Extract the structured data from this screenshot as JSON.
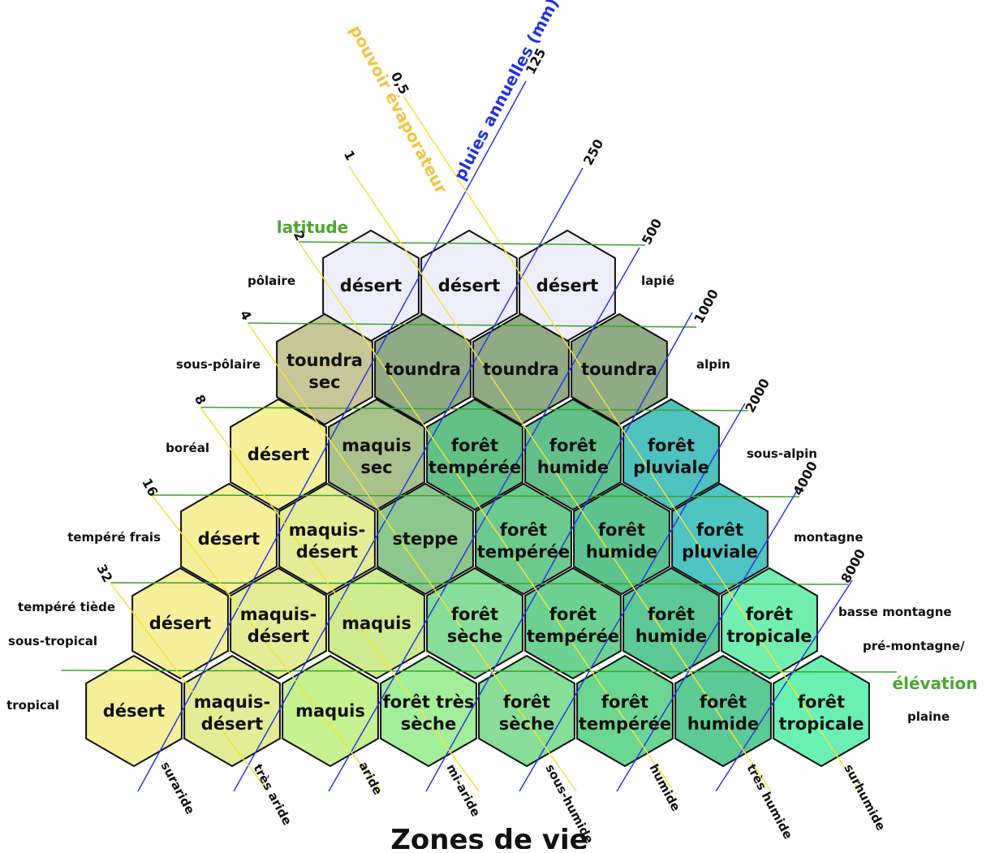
{
  "title": "Zones de vie",
  "axes": {
    "latitude": "latitude",
    "elevation": "élévation",
    "rainfall": "pluies annuelles (mm)",
    "evaporation": "pouvoir évaporateur"
  },
  "colors": {
    "latitude_line": "#3aa32a",
    "rain_line": "#2a3ae0",
    "evap_line": "#f2e43a",
    "latitude_text": "#4aa832",
    "rain_text": "#2233dd",
    "evap_text": "#f5c242"
  },
  "latitude_labels": [
    "pôlaire",
    "sous-pôlaire",
    "boréal",
    "tempéré  frais",
    "tempéré  tiède",
    "sous-tropical",
    "tropical"
  ],
  "elevation_labels": [
    "lapié",
    "alpin",
    "sous-alpin",
    "montagne",
    "basse  montagne",
    "pré-montagne/",
    "plaine"
  ],
  "rain_ticks": [
    "125",
    "250",
    "500",
    "1000",
    "2000",
    "4000",
    "8000"
  ],
  "evap_ticks": [
    "0,5",
    "1",
    "2",
    "4",
    "8",
    "16",
    "32"
  ],
  "humidity_labels": [
    "suraride",
    "très aride",
    "aride",
    "mi-aride",
    "sous-humide",
    "humide",
    "très humide",
    "surhumide"
  ],
  "rows": [
    [
      {
        "line1": "désert",
        "line2": "",
        "color": "#eeeefa"
      },
      {
        "line1": "désert",
        "line2": "",
        "color": "#eeeefa"
      },
      {
        "line1": "désert",
        "line2": "",
        "color": "#eeeefa"
      }
    ],
    [
      {
        "line1": "toundra",
        "line2": "sec",
        "color": "#c8c597"
      },
      {
        "line1": "toundra",
        "line2": "",
        "color": "#8faa85"
      },
      {
        "line1": "toundra",
        "line2": "",
        "color": "#8faa85"
      },
      {
        "line1": "toundra",
        "line2": "",
        "color": "#8faa85"
      }
    ],
    [
      {
        "line1": "désert",
        "line2": "",
        "color": "#f6f09b"
      },
      {
        "line1": "maquis",
        "line2": "sec",
        "color": "#a9c18c"
      },
      {
        "line1": "forêt",
        "line2": "tempérée",
        "color": "#62c087"
      },
      {
        "line1": "forêt",
        "line2": "humide",
        "color": "#62c08c"
      },
      {
        "line1": "forêt",
        "line2": "pluviale",
        "color": "#4ec2bf"
      }
    ],
    [
      {
        "line1": "désert",
        "line2": "",
        "color": "#f6f09b"
      },
      {
        "line1": "maquis-",
        "line2": "désert",
        "color": "#e4ec96"
      },
      {
        "line1": "steppe",
        "line2": "",
        "color": "#8cc88d"
      },
      {
        "line1": "forêt",
        "line2": "tempérée",
        "color": "#6cca8e"
      },
      {
        "line1": "forêt",
        "line2": "humide",
        "color": "#5cc38f"
      },
      {
        "line1": "forêt",
        "line2": "pluviale",
        "color": "#4ec4c3"
      }
    ],
    [
      {
        "line1": "désert",
        "line2": "",
        "color": "#f6f09b"
      },
      {
        "line1": "maquis-",
        "line2": "désert",
        "color": "#e4ec96"
      },
      {
        "line1": "maquis",
        "line2": "",
        "color": "#cdec90"
      },
      {
        "line1": "forêt",
        "line2": "sèche",
        "color": "#86de9a"
      },
      {
        "line1": "forêt",
        "line2": "tempérée",
        "color": "#6cd192"
      },
      {
        "line1": "forêt",
        "line2": "humide",
        "color": "#5cc896"
      },
      {
        "line1": "forêt",
        "line2": "tropicale",
        "color": "#72eeb0"
      }
    ],
    [
      {
        "line1": "désert",
        "line2": "",
        "color": "#f6f09b"
      },
      {
        "line1": "maquis-",
        "line2": "désert",
        "color": "#e4ec96"
      },
      {
        "line1": "maquis",
        "line2": "",
        "color": "#c8f28f"
      },
      {
        "line1": "forêt très",
        "line2": "sèche",
        "color": "#a3ee9a"
      },
      {
        "line1": "forêt",
        "line2": "sèche",
        "color": "#86de98"
      },
      {
        "line1": "forêt",
        "line2": "tempérée",
        "color": "#6ad692"
      },
      {
        "line1": "forêt",
        "line2": "humide",
        "color": "#5cca95"
      },
      {
        "line1": "forêt",
        "line2": "tropicale",
        "color": "#6af0b2"
      }
    ]
  ]
}
